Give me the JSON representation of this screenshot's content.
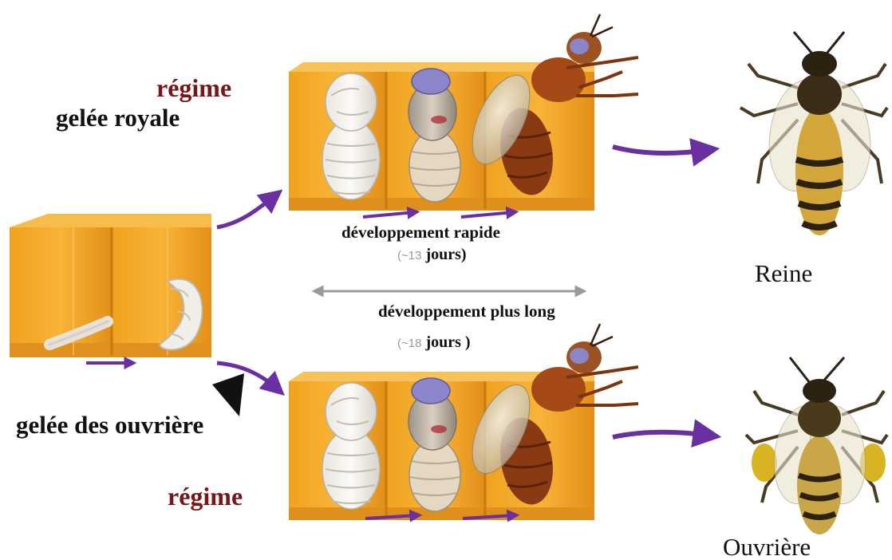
{
  "queen_path": {
    "diet_prefix": "régime",
    "diet_name": "gelée royale",
    "development": "développement rapide",
    "duration_prefix": "(~13",
    "duration_suffix": "jours)",
    "result": "Reine"
  },
  "worker_path": {
    "diet_prefix": "régime",
    "diet_name": "gelée des ouvrière",
    "development": "développement plus long",
    "duration_prefix": "(~18",
    "duration_suffix": "jours )",
    "result": "Ouvrière"
  },
  "colors": {
    "comb_orange": "#f5a623",
    "comb_dark": "#d9861a",
    "arrow_purple": "#6a2fa0",
    "regime_red": "#7b1416",
    "compare_arrow_gray": "#9a9a9a"
  },
  "icons": [
    "larva-icon",
    "pupa-icon",
    "adult-bee-icon",
    "queen-bee-icon",
    "worker-bee-icon"
  ]
}
